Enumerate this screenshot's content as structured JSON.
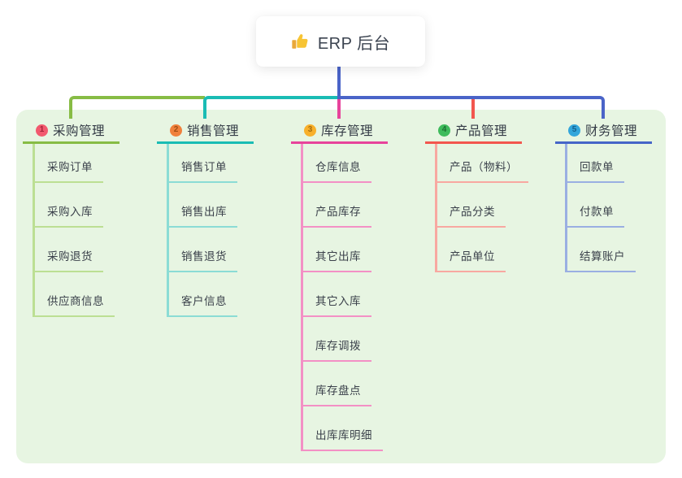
{
  "root": {
    "title": "ERP 后台",
    "icon": "thumbs-up"
  },
  "connector_color": "#4A64C8",
  "canvas": {
    "background": "#FFFFFF",
    "panel_color": "#E7F5E2"
  },
  "branches": [
    {
      "index": "1",
      "title": "采购管理",
      "line_color": "#87BC45",
      "light_color": "#BCDF93",
      "badge_color": "#F2596E",
      "badge_text_color": "#A32237",
      "children": [
        "采购订单",
        "采购入库",
        "采购退货",
        "供应商信息"
      ]
    },
    {
      "index": "2",
      "title": "销售管理",
      "line_color": "#1ABCB4",
      "light_color": "#8BDCD5",
      "badge_color": "#F0803C",
      "badge_text_color": "#9E4D14",
      "children": [
        "销售订单",
        "销售出库",
        "销售退货",
        "客户信息"
      ]
    },
    {
      "index": "3",
      "title": "库存管理",
      "line_color": "#E7439B",
      "light_color": "#F390C5",
      "badge_color": "#F8B02B",
      "badge_text_color": "#A56D10",
      "children": [
        "仓库信息",
        "产品库存",
        "其它出库",
        "其它入库",
        "库存调拨",
        "库存盘点",
        "出库库明细"
      ]
    },
    {
      "index": "4",
      "title": "产品管理",
      "line_color": "#F2564E",
      "light_color": "#F8A8A1",
      "badge_color": "#3EBB5C",
      "badge_text_color": "#1C6F31",
      "children": [
        "产品（物料）",
        "产品分类",
        "产品单位"
      ]
    },
    {
      "index": "5",
      "title": "财务管理",
      "line_color": "#4565C8",
      "light_color": "#9AAFE2",
      "badge_color": "#33A6DB",
      "badge_text_color": "#145F8C",
      "children": [
        "回款单",
        "付款单",
        "结算账户"
      ]
    }
  ]
}
